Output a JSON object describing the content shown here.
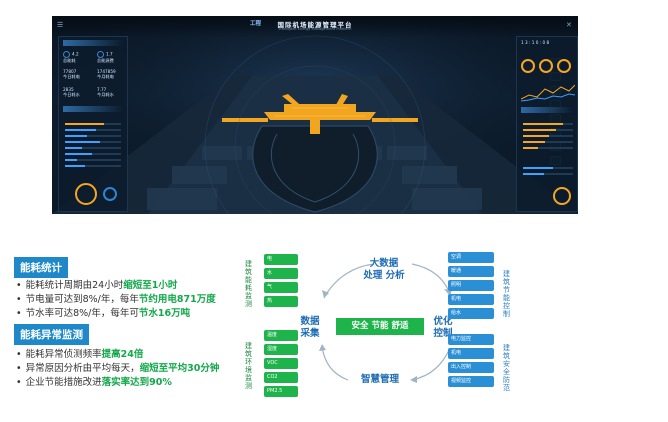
{
  "dashboard": {
    "title": "国际机场能源管理平台",
    "logo": "工程",
    "subtitle": "Intelligent Energy Management Platform",
    "left_stats": [
      {
        "value": "4.2",
        "label": "总能耗"
      },
      {
        "value": "1.7",
        "label": "总能源费"
      },
      {
        "value": "77807",
        "label": "今日耗电"
      },
      {
        "value": "1747859",
        "label": "今月耗电"
      },
      {
        "value": "2835",
        "label": "今日耗水"
      },
      {
        "value": "7.77",
        "label": "今月耗水"
      }
    ],
    "right_header": "1 3 : 1 0 : 0 8"
  },
  "stats_section": {
    "title": "能耗统计",
    "lines": [
      {
        "text": "能耗统计周期由24小时",
        "highlight": "缩短至1小时",
        "rest": ""
      },
      {
        "text": "节电量可达到8%/年，每年",
        "highlight": "节约用电871万度",
        "rest": ""
      },
      {
        "text": "节水率可达8%/年，每年可",
        "highlight": "节水16万吨",
        "rest": ""
      }
    ]
  },
  "monitor_section": {
    "title": "能耗异常监测",
    "lines": [
      {
        "text": "能耗异常侦测频率",
        "highlight": "提高24倍",
        "rest": ""
      },
      {
        "text": "异常原因分析由平均每天，",
        "highlight": "缩短至平均30分钟",
        "rest": ""
      },
      {
        "text": "企业节能措施改进",
        "highlight": "落实率达到90%",
        "rest": ""
      }
    ]
  },
  "diagram": {
    "center": "安全  节能  舒适",
    "top_node": [
      "大数据",
      "处理  分析"
    ],
    "left_node": [
      "数据",
      "采集"
    ],
    "right_node": [
      "优化",
      "控制"
    ],
    "bottom_node": "智慧管理",
    "left_top_label": "建筑能耗监测",
    "left_top_items": [
      "电",
      "水",
      "气",
      "热"
    ],
    "left_bottom_label": "建筑环境监测",
    "left_bottom_items": [
      "温度",
      "湿度",
      "VOC",
      "CO2",
      "PM2.5"
    ],
    "right_top_label": "建筑节能控制",
    "right_top_items": [
      "空调",
      "暖通",
      "照明",
      "机电",
      "给水"
    ],
    "right_bottom_label": "建筑安全防范",
    "right_bottom_items": [
      "电力监控",
      "机电",
      "出入控制",
      "视频监控"
    ]
  },
  "colors": {
    "green": "#1fb34b",
    "blue": "#2b8fd6",
    "tag": "#1e88c8",
    "highlight": "#13a84a"
  }
}
